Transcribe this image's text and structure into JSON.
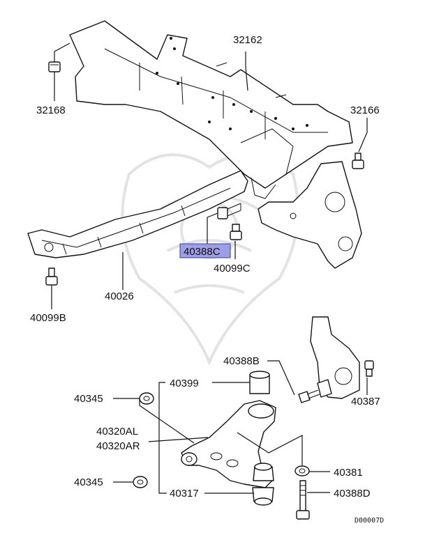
{
  "diagram": {
    "selected_part": "40388C",
    "highlight_color": "#9c9ee6",
    "drawing_code": "D00007D",
    "callouts": {
      "p32162": "32162",
      "p32168": "32168",
      "p32166": "32166",
      "p40388C": "40388C",
      "p40099C": "40099C",
      "p40026": "40026",
      "p40099B": "40099B",
      "p40388B": "40388B",
      "p40387": "40387",
      "p40399": "40399",
      "p40345a": "40345",
      "p40320AL": "40320AL",
      "p40320AR": "40320AR",
      "p40345b": "40345",
      "p40381": "40381",
      "p40317": "40317",
      "p40388D": "40388D"
    }
  }
}
